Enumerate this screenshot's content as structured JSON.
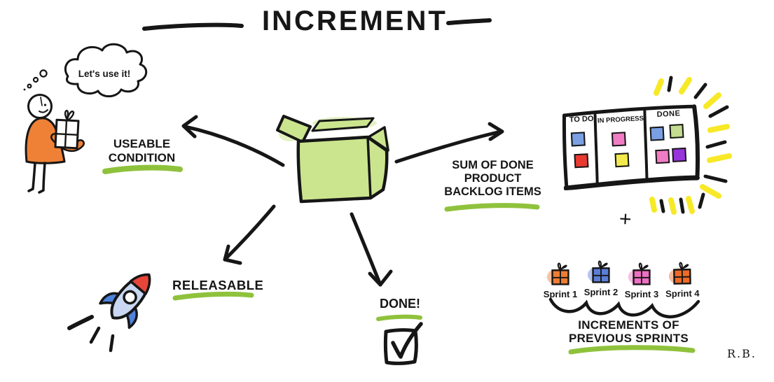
{
  "title": "INCREMENT",
  "person": {
    "thought_text": "Let's use it!"
  },
  "labels": {
    "useable_line1": "USEABLE",
    "useable_line2": "CONDITION",
    "sum_line1": "SUM OF DONE",
    "sum_line2": "PRODUCT",
    "sum_line3": "BACKLOG ITEMS",
    "releasable": "RELEASABLE",
    "done": "DONE!"
  },
  "board": {
    "columns": [
      {
        "label": "TO DO",
        "cards": [
          {
            "color": "#7a9fe3"
          },
          {
            "color": "#e93a32"
          }
        ]
      },
      {
        "label": "IN PROGRESS",
        "cards": [
          {
            "color": "#f07cc4"
          },
          {
            "color": "#f3ea4d"
          }
        ]
      },
      {
        "label": "DONE",
        "cards": [
          {
            "color": "#7a9fe3"
          },
          {
            "color": "#c3dc8f"
          },
          {
            "color": "#f07cc4"
          },
          {
            "color": "#9934dd"
          }
        ]
      }
    ],
    "plus_symbol": "+"
  },
  "sprints": {
    "items": [
      {
        "label": "Sprint 1",
        "color": "#ee7d33"
      },
      {
        "label": "Sprint 2",
        "color": "#5a7ed7"
      },
      {
        "label": "Sprint 3",
        "color": "#ee6fc3"
      },
      {
        "label": "Sprint 4",
        "color": "#ee6a25"
      }
    ],
    "caption_line1": "INCREMENTS OF",
    "caption_line2": "PREVIOUS SPRINTS"
  },
  "signature": "R.B.",
  "colors": {
    "underline_green": "#8fc23c",
    "box_green": "#cbe58f",
    "person_shirt_orange": "#ef8136",
    "rocket_body_blue": "#c9d7f2",
    "rocket_fin_blue": "#4f82dd",
    "rocket_nose_red": "#e8453a",
    "ray_yellow": "#f7e928",
    "ink_black": "#161616"
  }
}
